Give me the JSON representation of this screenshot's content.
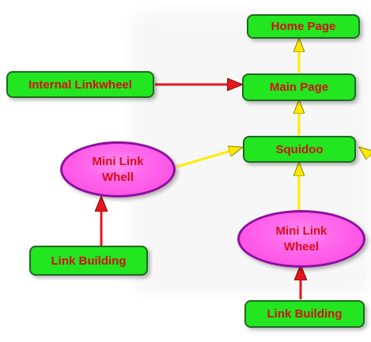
{
  "nodes": {
    "home_page": "Home Page",
    "main_page": "Main Page",
    "internal_linkwheel": "Internal Linkwheel",
    "squidoo": "Squidoo",
    "mini_link_whell": "Mini Link Whell",
    "mini_link_wheel": "Mini Link Wheel",
    "link_building_left": "Link Building",
    "link_building_right": "Link Building"
  },
  "colors": {
    "node_fill": "#22e61f",
    "node_border": "#1e6a23",
    "text_red": "#d60f16",
    "ellipse_fill": "#ff5be8",
    "ellipse_border": "#8d0f9e",
    "arrow_yellow": "#ffea00",
    "arrow_red": "#e4161d"
  }
}
